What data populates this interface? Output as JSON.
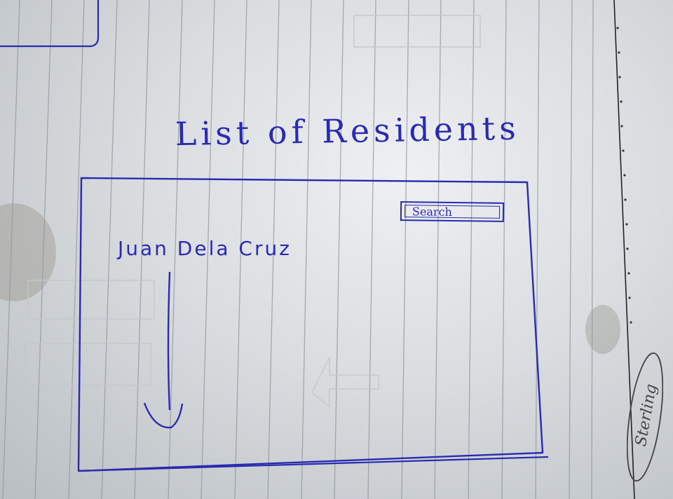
{
  "page": {
    "title": "List of Residents"
  },
  "search": {
    "label": "Search"
  },
  "residents": [
    {
      "name": "Juan Dela Cruz"
    }
  ],
  "notebook": {
    "brand": "Sterling"
  },
  "colors": {
    "ink": "#2a2ab0",
    "paper": "#e3e6e8",
    "rule_line": "#9aa0a6",
    "margin_line": "#222222"
  },
  "icons": {
    "scroll_indicator": "arrow-down-icon"
  }
}
